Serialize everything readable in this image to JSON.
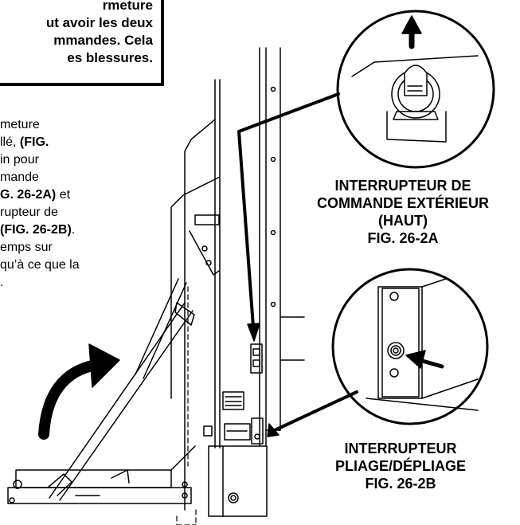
{
  "warning": {
    "lines": [
      "rmeture",
      "ut avoir les deux",
      "mmandes. Cela",
      "es blessures."
    ]
  },
  "instruction": {
    "lines": [
      {
        "text": "meture",
        "bold": false
      },
      {
        "text": "llé, ",
        "bold": false,
        "tail": "(FIG."
      },
      {
        "text": "in pour",
        "bold": false
      },
      {
        "text": "mande",
        "bold": false
      },
      {
        "text": "G. 26-2A)",
        "bold": true,
        "tail_plain": " et"
      },
      {
        "text": "rupteur de",
        "bold": false
      },
      {
        "text": "(FIG. 26-2B)",
        "bold": true,
        "tail_plain": "."
      },
      {
        "text": "emps sur",
        "bold": false
      },
      {
        "text": "qu’à ce que la",
        "bold": false
      },
      {
        "text": ".",
        "bold": false
      }
    ]
  },
  "callout_a": {
    "lines": [
      "INTERRUPTEUR DE",
      "COMMANDE EXTÉRIEUR",
      "(HAUT)",
      "FIG. 26-2A"
    ]
  },
  "callout_b": {
    "lines": [
      "INTERRUPTEUR",
      "PLIAGE/DÉPLIAGE",
      "FIG. 26-2B"
    ]
  },
  "icons": {
    "up_arrow": "up-arrow-icon",
    "fold_arrow": "curved-fold-arrow-icon",
    "pointer_arrow": "pointer-arrow-icon"
  }
}
